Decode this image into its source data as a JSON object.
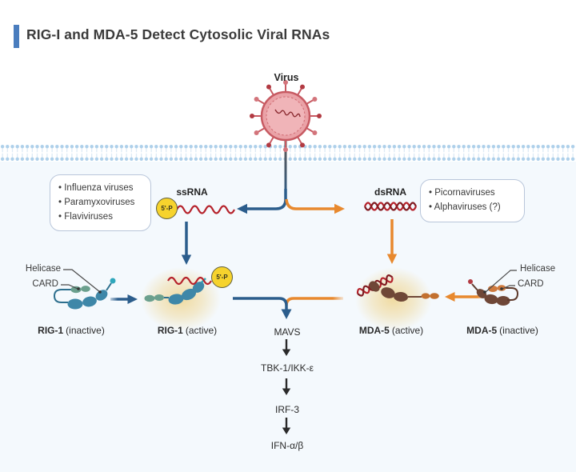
{
  "title": "RIG-I and MDA-5 Detect Cytosolic Viral RNAs",
  "virus": {
    "label": "Virus"
  },
  "rna": {
    "ssrna_label": "ssRNA",
    "dsrna_label": "dsRNA",
    "five_prime_badge": "5'-P"
  },
  "sensed_by_rig1": {
    "items": [
      "Influenza viruses",
      "Paramyxoviruses",
      "Flaviviruses"
    ]
  },
  "sensed_by_mda5": {
    "items": [
      "Picornaviruses",
      "Alphaviruses (?)"
    ]
  },
  "rig1": {
    "name": "RIG-1",
    "inactive_state": "(inactive)",
    "active_state": "(active)",
    "helicase_label": "Helicase",
    "card_label": "CARD"
  },
  "mda5": {
    "name": "MDA-5",
    "inactive_state": "(inactive)",
    "active_state": "(active)",
    "helicase_label": "Helicase",
    "card_label": "CARD"
  },
  "pathway": {
    "steps": [
      "MAVS",
      "TBK-1/IKK-ε",
      "IRF-3",
      "IFN-α/β"
    ]
  },
  "colors": {
    "accent_bar": "#4a7dbe",
    "arrow_blue": "#2b5d8c",
    "arrow_orange": "#e8892e",
    "rna_red": "#b5212a",
    "badge_yellow": "#f6d32d",
    "rig1_protein": "#3e87a8",
    "rig1_card": "#6ba08e",
    "mda5_protein": "#6f4737",
    "mda5_card": "#c9722f",
    "membrane": "#aed0ea",
    "cytosol": "#f4f9fd",
    "virus_body": "#eaa2a7"
  }
}
